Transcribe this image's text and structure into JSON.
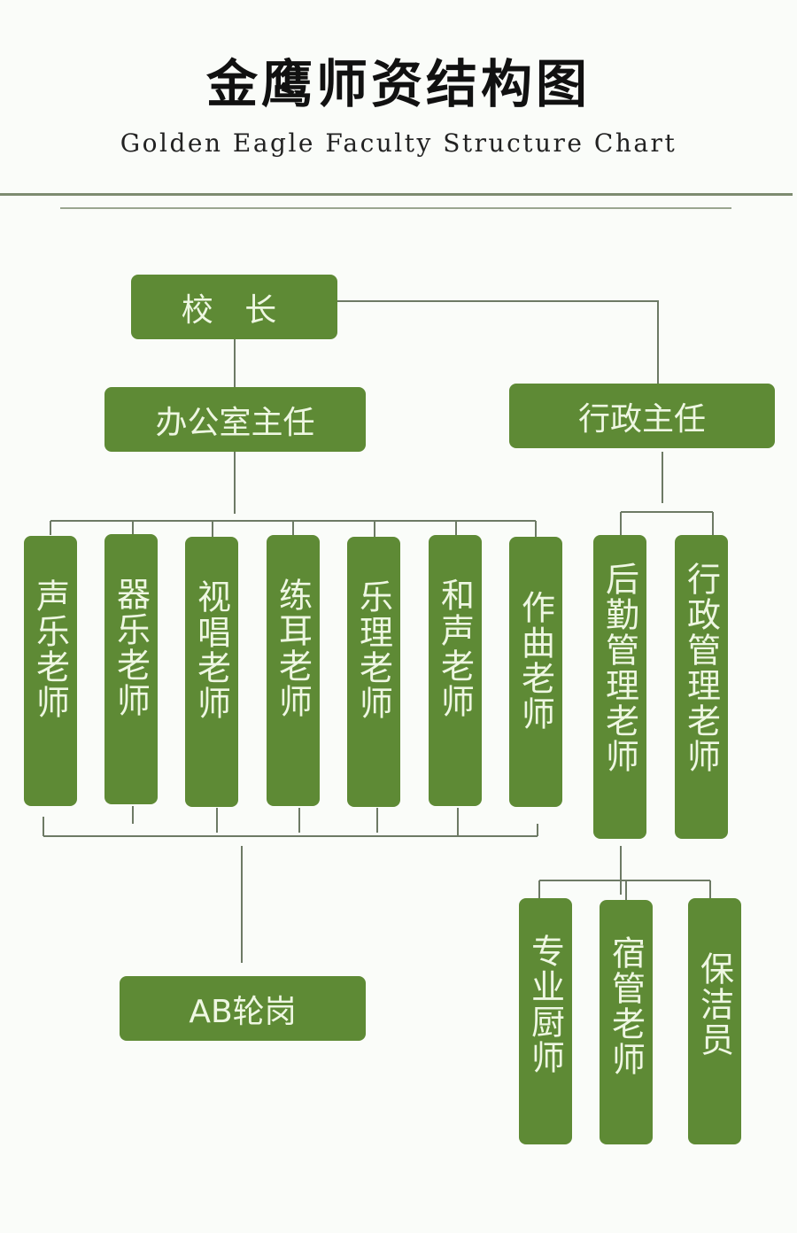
{
  "header": {
    "title": "金鹰师资结构图",
    "subtitle": "Golden Eagle Faculty Structure Chart"
  },
  "nodes": {
    "principal": "校 长",
    "office_director": "办公室主任",
    "admin_director": "行政主任",
    "teachers": [
      "声乐老师",
      "器乐老师",
      "视唱老师",
      "练耳老师",
      "乐理老师",
      "和声老师",
      "作曲老师"
    ],
    "admin_staff": [
      "后勤管理老师",
      "行政管理老师"
    ],
    "logistics": [
      "专业厨师",
      "宿管老师",
      "保洁员"
    ],
    "rotation": "AB轮岗"
  },
  "colors": {
    "node": "#5e8a35",
    "node_text": "#eef7e2",
    "line": "#6d7a65"
  }
}
